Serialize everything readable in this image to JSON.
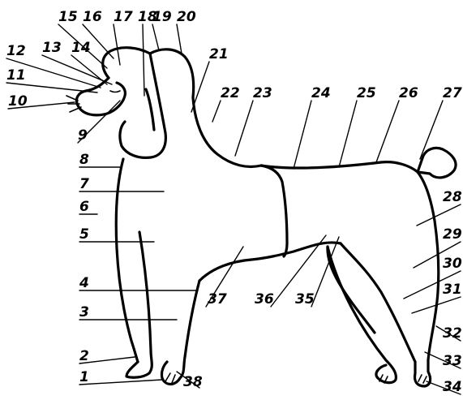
{
  "diagram": {
    "labels": [
      "1",
      "2",
      "3",
      "4",
      "5",
      "6",
      "7",
      "8",
      "9",
      "10",
      "11",
      "12",
      "13",
      "14",
      "15",
      "16",
      "17",
      "18",
      "19",
      "20",
      "21",
      "22",
      "23",
      "24",
      "25",
      "26",
      "27",
      "28",
      "29",
      "30",
      "31",
      "32",
      "33",
      "34",
      "35",
      "36",
      "37",
      "38"
    ]
  }
}
